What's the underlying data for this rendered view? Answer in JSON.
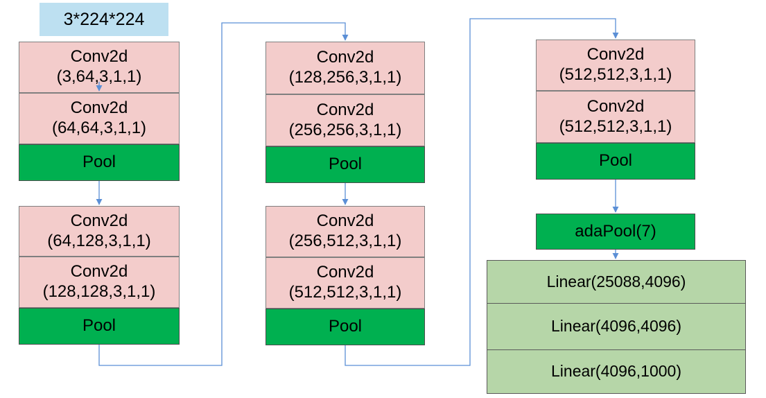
{
  "input": {
    "label": "3*224*224"
  },
  "blocks": [
    {
      "id": "block1",
      "layers": [
        {
          "name": "Conv2d",
          "params": "(3,64,3,1,1)"
        },
        {
          "name": "Conv2d",
          "params": "(64,64,3,1,1)"
        }
      ],
      "pool": "Pool"
    },
    {
      "id": "block2",
      "layers": [
        {
          "name": "Conv2d",
          "params": "(64,128,3,1,1)"
        },
        {
          "name": "Conv2d",
          "params": "(128,128,3,1,1)"
        }
      ],
      "pool": "Pool"
    },
    {
      "id": "block3",
      "layers": [
        {
          "name": "Conv2d",
          "params": "(128,256,3,1,1)"
        },
        {
          "name": "Conv2d",
          "params": "(256,256,3,1,1)"
        }
      ],
      "pool": "Pool"
    },
    {
      "id": "block4",
      "layers": [
        {
          "name": "Conv2d",
          "params": "(256,512,3,1,1)"
        },
        {
          "name": "Conv2d",
          "params": "(512,512,3,1,1)"
        }
      ],
      "pool": "Pool"
    },
    {
      "id": "block5",
      "layers": [
        {
          "name": "Conv2d",
          "params": "(512,512,3,1,1)"
        },
        {
          "name": "Conv2d",
          "params": "(512,512,3,1,1)"
        }
      ],
      "pool": "Pool"
    }
  ],
  "adapool": {
    "label": "adaPool(7)"
  },
  "classifier": [
    {
      "label": "Linear(25088,4096)"
    },
    {
      "label": "Linear(4096,4096)"
    },
    {
      "label": "Linear(4096,1000)"
    }
  ],
  "colors": {
    "conv": "#f3cccb",
    "pool": "#00b050",
    "linear": "#b6d6a8",
    "input": "#bde0f1",
    "connector": "#5b8fd6"
  }
}
